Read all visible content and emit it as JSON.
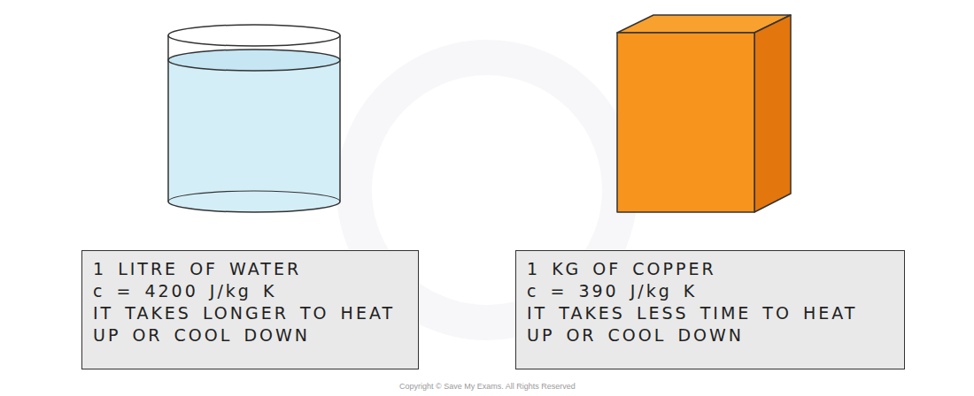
{
  "diagram": {
    "nodes": [
      {
        "text": [
          "1 LITRE OF WATER",
          "c = 4200 J/kg K",
          "IT TAKES LONGER TO HEAT UP OR COOL DOWN"
        ]
      },
      {
        "text": [
          "1 KG OF COPPER",
          "c = 390 J/kg K",
          "IT TAKES LESS TIME TO HEAT UP OR COOL DOWN"
        ]
      }
    ],
    "labels": [
      "Copyright © Save My Exams. All Rights Reserved"
    ]
  }
}
